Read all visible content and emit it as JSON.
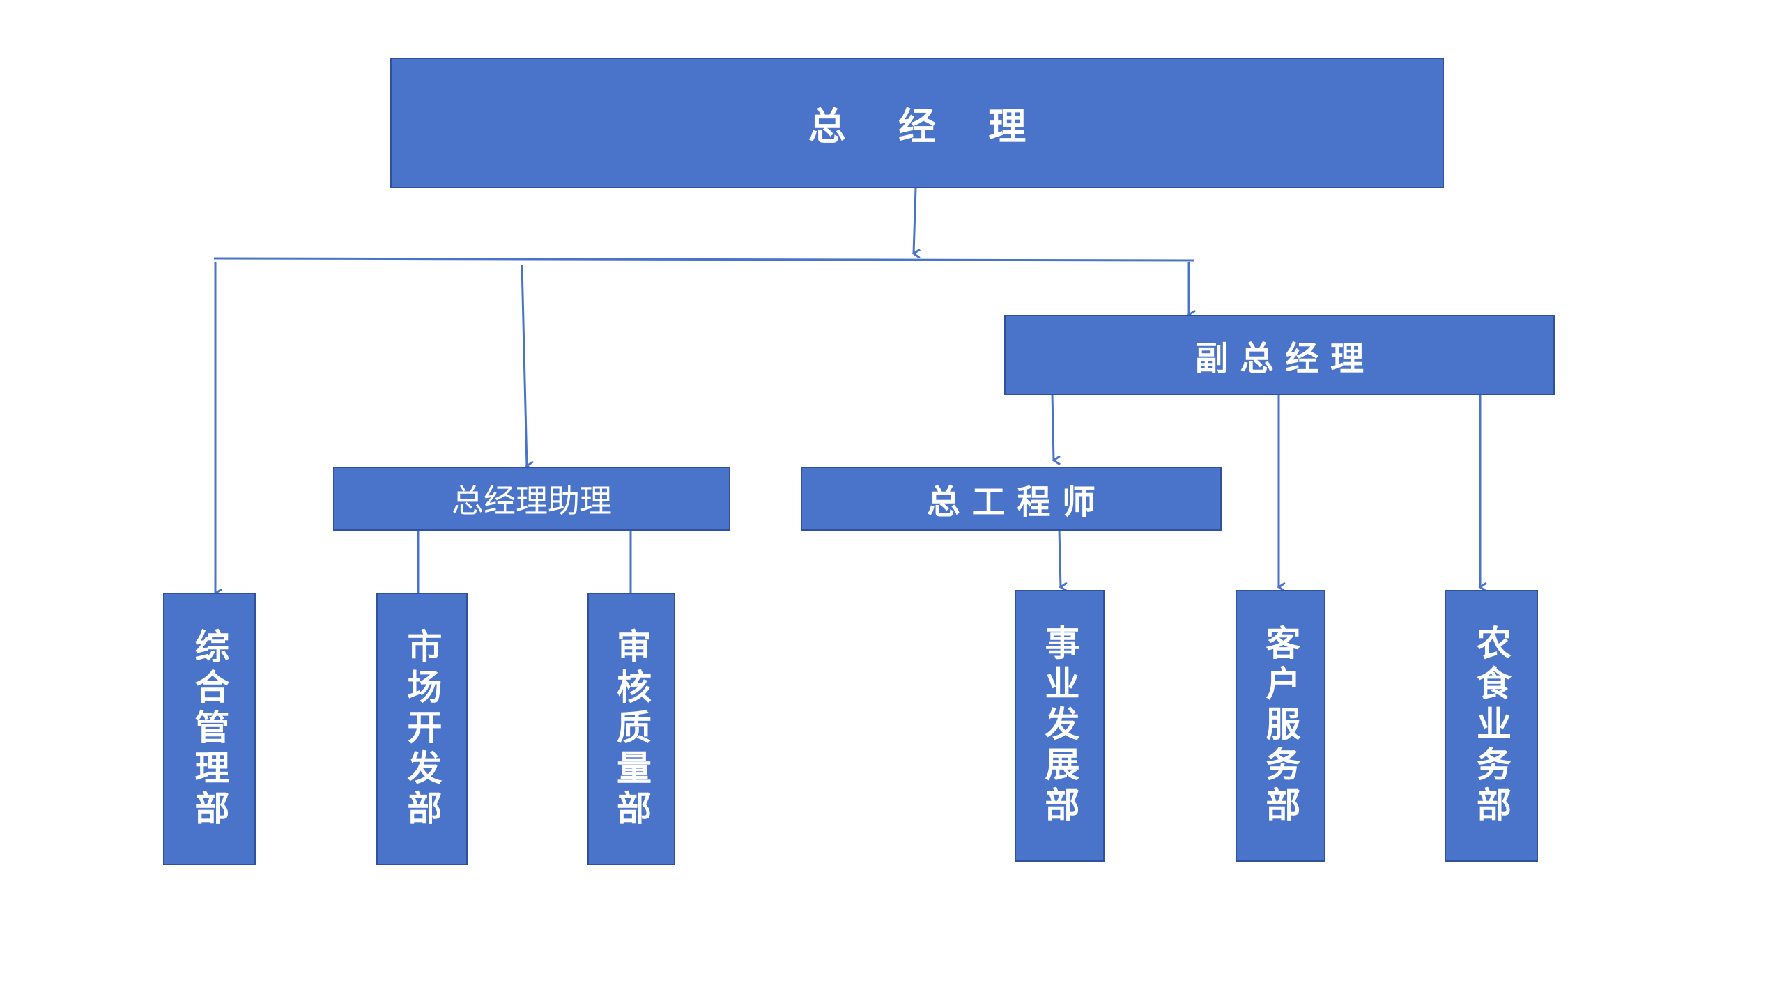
{
  "org_chart": {
    "general_manager": "总    经    理",
    "deputy_general_manager": "副 总 经 理",
    "assistant_to_gm": "总经理助理",
    "chief_engineer": "总 工 程 师",
    "departments": {
      "general_admin": "综合管理部",
      "market_dev": "市场开发部",
      "audit_quality": "审核质量部",
      "business_dev": "事业发展部",
      "customer_service": "客户服务部",
      "agri_food": "农食业务部"
    }
  },
  "colors": {
    "node_fill": "#4A74CA",
    "node_border": "#2F52A0",
    "connector": "#4A74CA",
    "text": "#FFFFFF"
  }
}
